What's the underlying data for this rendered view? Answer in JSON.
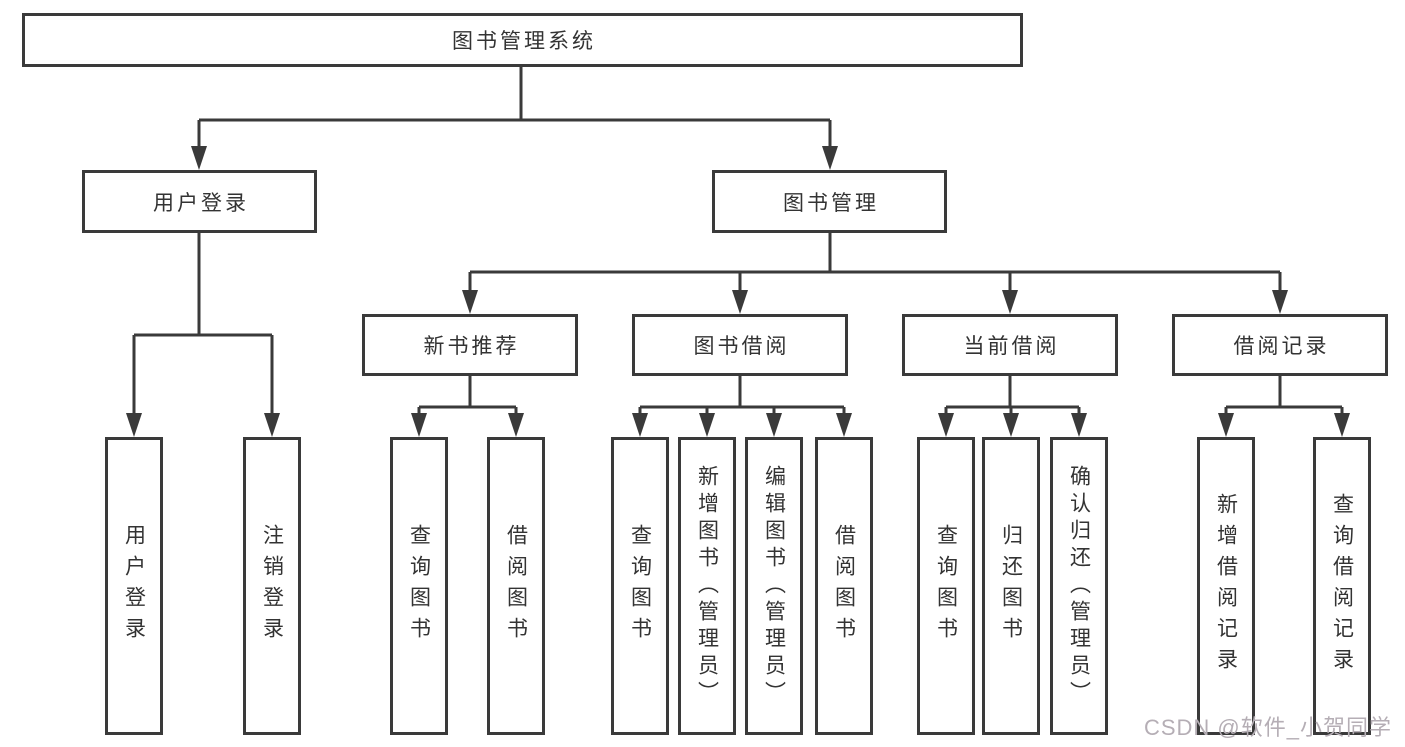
{
  "tree": {
    "label": "图书管理系统",
    "children": [
      {
        "label": "用户登录",
        "children": [
          {
            "label": "用户登录"
          },
          {
            "label": "注销登录"
          }
        ]
      },
      {
        "label": "图书管理",
        "children": [
          {
            "label": "新书推荐",
            "children": [
              {
                "label": "查询图书"
              },
              {
                "label": "借阅图书"
              }
            ]
          },
          {
            "label": "图书借阅",
            "children": [
              {
                "label": "查询图书"
              },
              {
                "label": "新增图书（管理员）"
              },
              {
                "label": "编辑图书（管理员）"
              },
              {
                "label": "借阅图书"
              }
            ]
          },
          {
            "label": "当前借阅",
            "children": [
              {
                "label": "查询图书"
              },
              {
                "label": "归还图书"
              },
              {
                "label": "确认归还（管理员）"
              }
            ]
          },
          {
            "label": "借阅记录",
            "children": [
              {
                "label": "新增借阅记录"
              },
              {
                "label": "查询借阅记录"
              }
            ]
          }
        ]
      }
    ]
  },
  "watermark": {
    "text": "CSDN @软件_小贺同学"
  },
  "colors": {
    "line": "#3a3a3a",
    "box_border": "#3a3a3a",
    "text": "#333333",
    "watermark": "#b5aeb5",
    "background": "#ffffff"
  }
}
